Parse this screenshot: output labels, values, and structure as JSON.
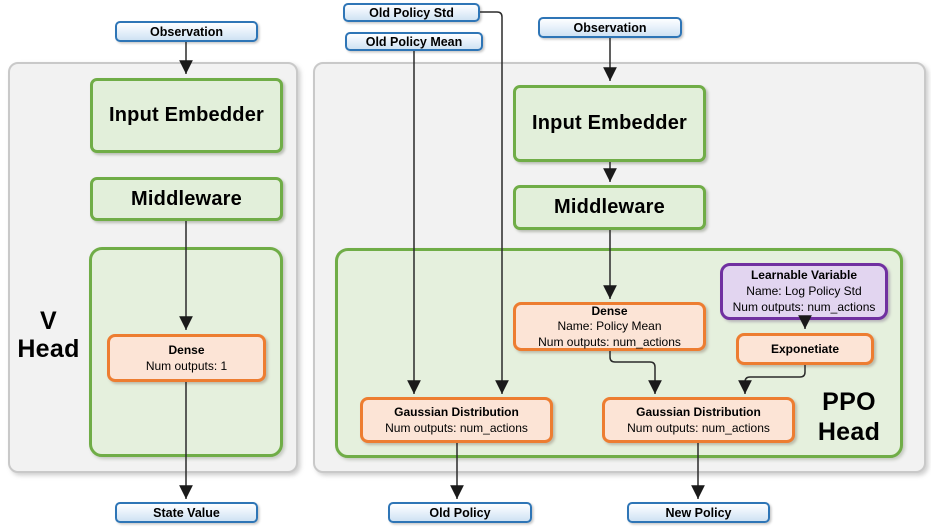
{
  "diagram": {
    "v_head": {
      "observation_label": "Observation",
      "input_embedder_label": "Input Embedder",
      "middleware_label": "Middleware",
      "dense": {
        "title": "Dense",
        "line1": "Num outputs: 1"
      },
      "head_title_line1": "V",
      "head_title_line2": "Head",
      "state_value_label": "State Value"
    },
    "ppo_head": {
      "old_policy_std_label": "Old Policy Std",
      "old_policy_mean_label": "Old Policy Mean",
      "observation_label": "Observation",
      "input_embedder_label": "Input Embedder",
      "middleware_label": "Middleware",
      "dense": {
        "title": "Dense",
        "line1": "Name: Policy Mean",
        "line2": "Num outputs: num_actions"
      },
      "learnable_variable": {
        "title": "Learnable Variable",
        "line1": "Name: Log Policy Std",
        "line2": "Num outputs: num_actions"
      },
      "exponetiate_label": "Exponetiate",
      "gaussian_old": {
        "title": "Gaussian Distribution",
        "line1": "Num outputs: num_actions"
      },
      "gaussian_new": {
        "title": "Gaussian Distribution",
        "line1": "Num outputs: num_actions"
      },
      "head_title_line1": "PPO",
      "head_title_line2": "Head",
      "old_policy_label": "Old Policy",
      "new_policy_label": "New Policy"
    },
    "colors": {
      "blue_border": "#2e75b6",
      "blue_fill": "#cfe2f3",
      "green_border": "#70ad47",
      "green_fill": "#e2efda",
      "orange_border": "#ed7d31",
      "orange_fill": "#fce4d6",
      "purple_border": "#7030a0",
      "purple_fill": "#e2d5f0",
      "panel_fill": "#f2f2f2",
      "arrow": "#1a1a1a"
    }
  }
}
